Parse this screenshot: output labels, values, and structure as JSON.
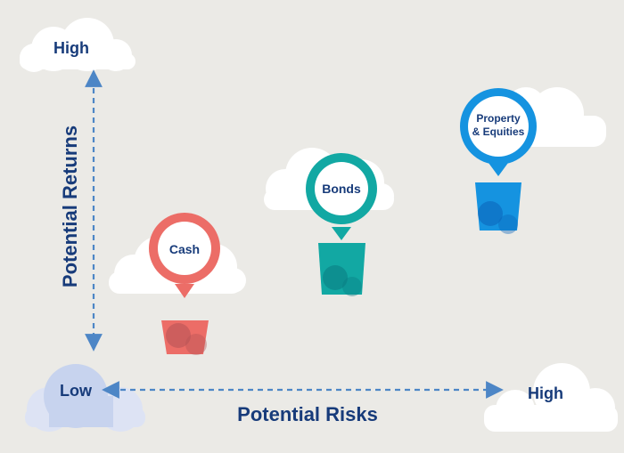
{
  "axes": {
    "y_label": "Potential Returns",
    "x_label": "Potential Risks",
    "y_high": "High",
    "x_high": "High",
    "origin_low": "Low"
  },
  "assets": [
    {
      "name": "Cash",
      "color": "#ec6d67"
    },
    {
      "name": "Bonds",
      "color": "#12a8a3"
    },
    {
      "name": "Property",
      "name2": "& Equities",
      "color": "#1593e0"
    }
  ],
  "colors": {
    "background": "#ebeae6",
    "arrow": "#4d86c6",
    "text": "#173b7a",
    "cloud": "#ffffff",
    "low_cloud": "#c7d3ee"
  }
}
